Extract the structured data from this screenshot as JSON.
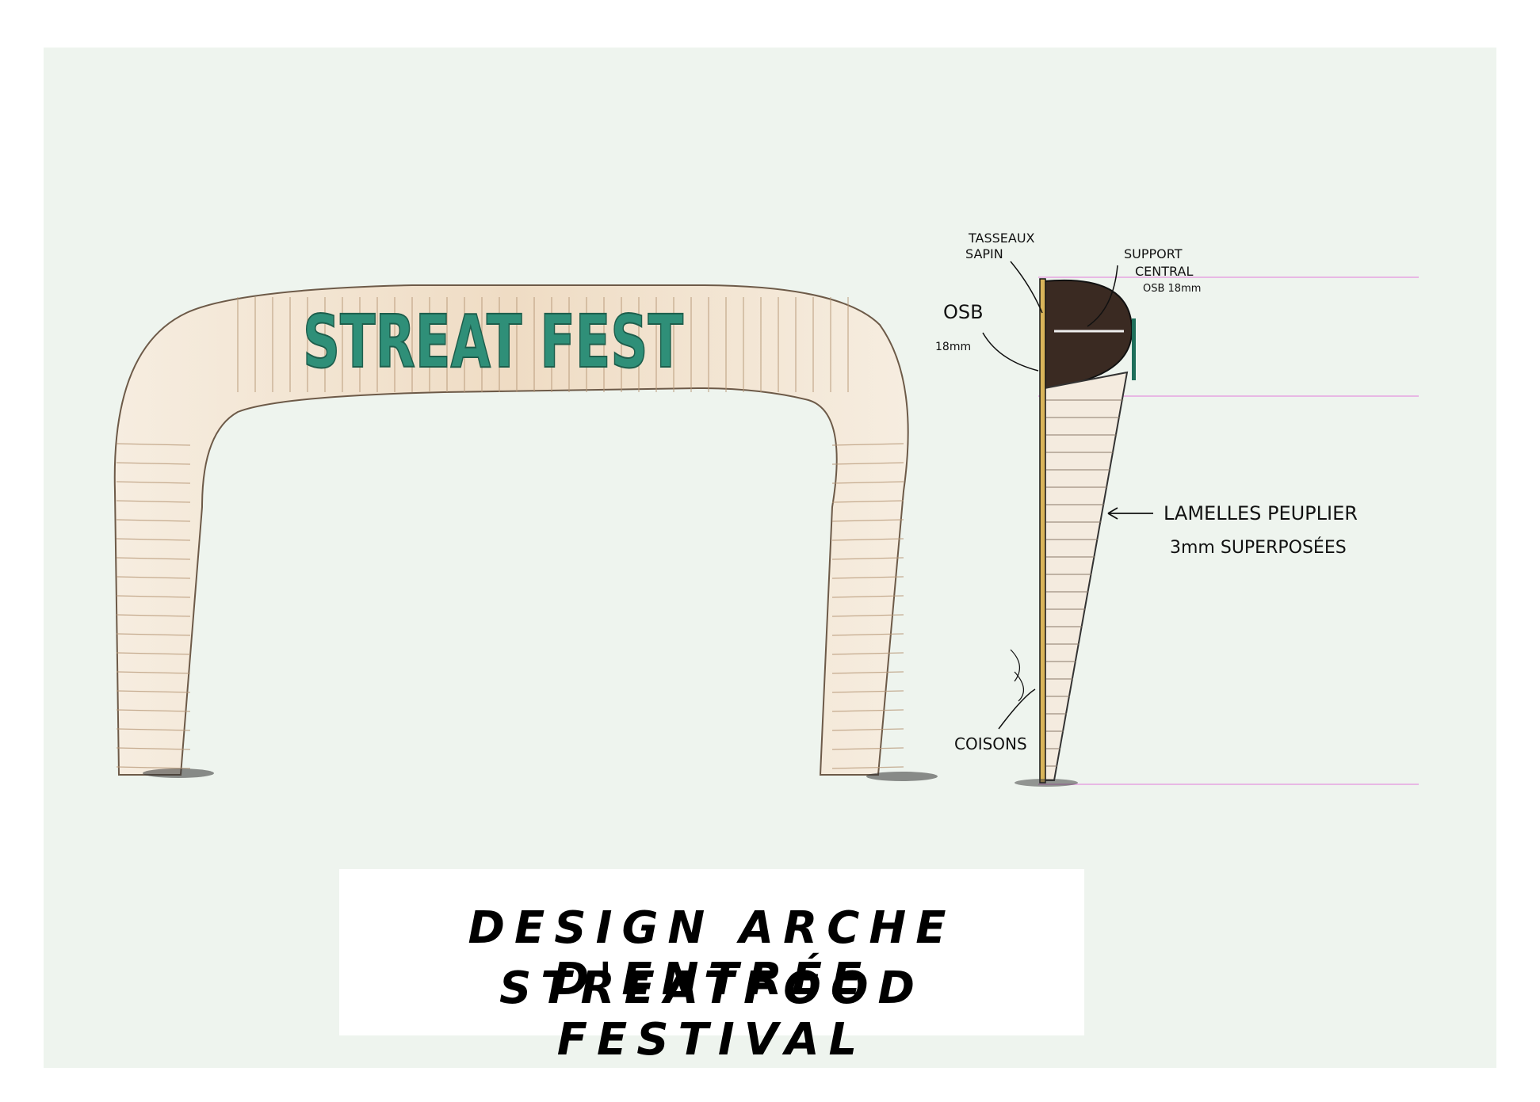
{
  "arch_sign": {
    "text": "STREAT FEST"
  },
  "annotations": {
    "tasseaux": [
      "TASSEAUX",
      "SAPIN"
    ],
    "support": [
      "SUPPORT",
      "CENTRAL",
      "OSB 18mm"
    ],
    "osb": [
      "OSB",
      "18mm"
    ],
    "lamelles": [
      "LAMELLES PEUPLIER",
      "3mm SUPERPOSÉES"
    ],
    "coisons": "COISONS"
  },
  "caption": {
    "line1": "DESIGN ARCHE D'ENTRÉE",
    "line2": "STREATFOOD FESTIVAL"
  },
  "colors": {
    "background": "#eef4ee",
    "sign_green": "#2f8f78",
    "wood": "#f2e6d6",
    "guide_lines": "#e8b8e4"
  }
}
